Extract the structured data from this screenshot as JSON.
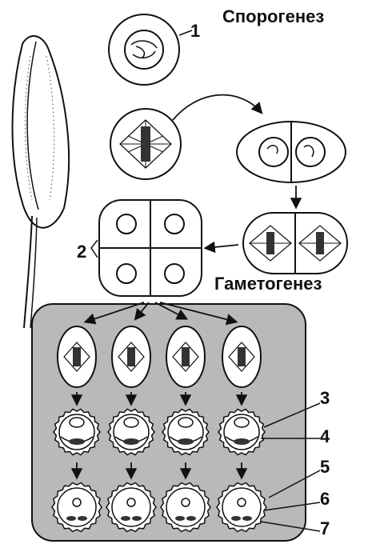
{
  "titles": {
    "sporogenesis": "Спорогенез",
    "gametogenesis": "Гаметогенез"
  },
  "labels": [
    "1",
    "2",
    "3",
    "4",
    "5",
    "6",
    "7"
  ],
  "colors": {
    "ink": "#111111",
    "panel_fill": "#b9b9b9",
    "cell_fill": "#ffffff"
  }
}
